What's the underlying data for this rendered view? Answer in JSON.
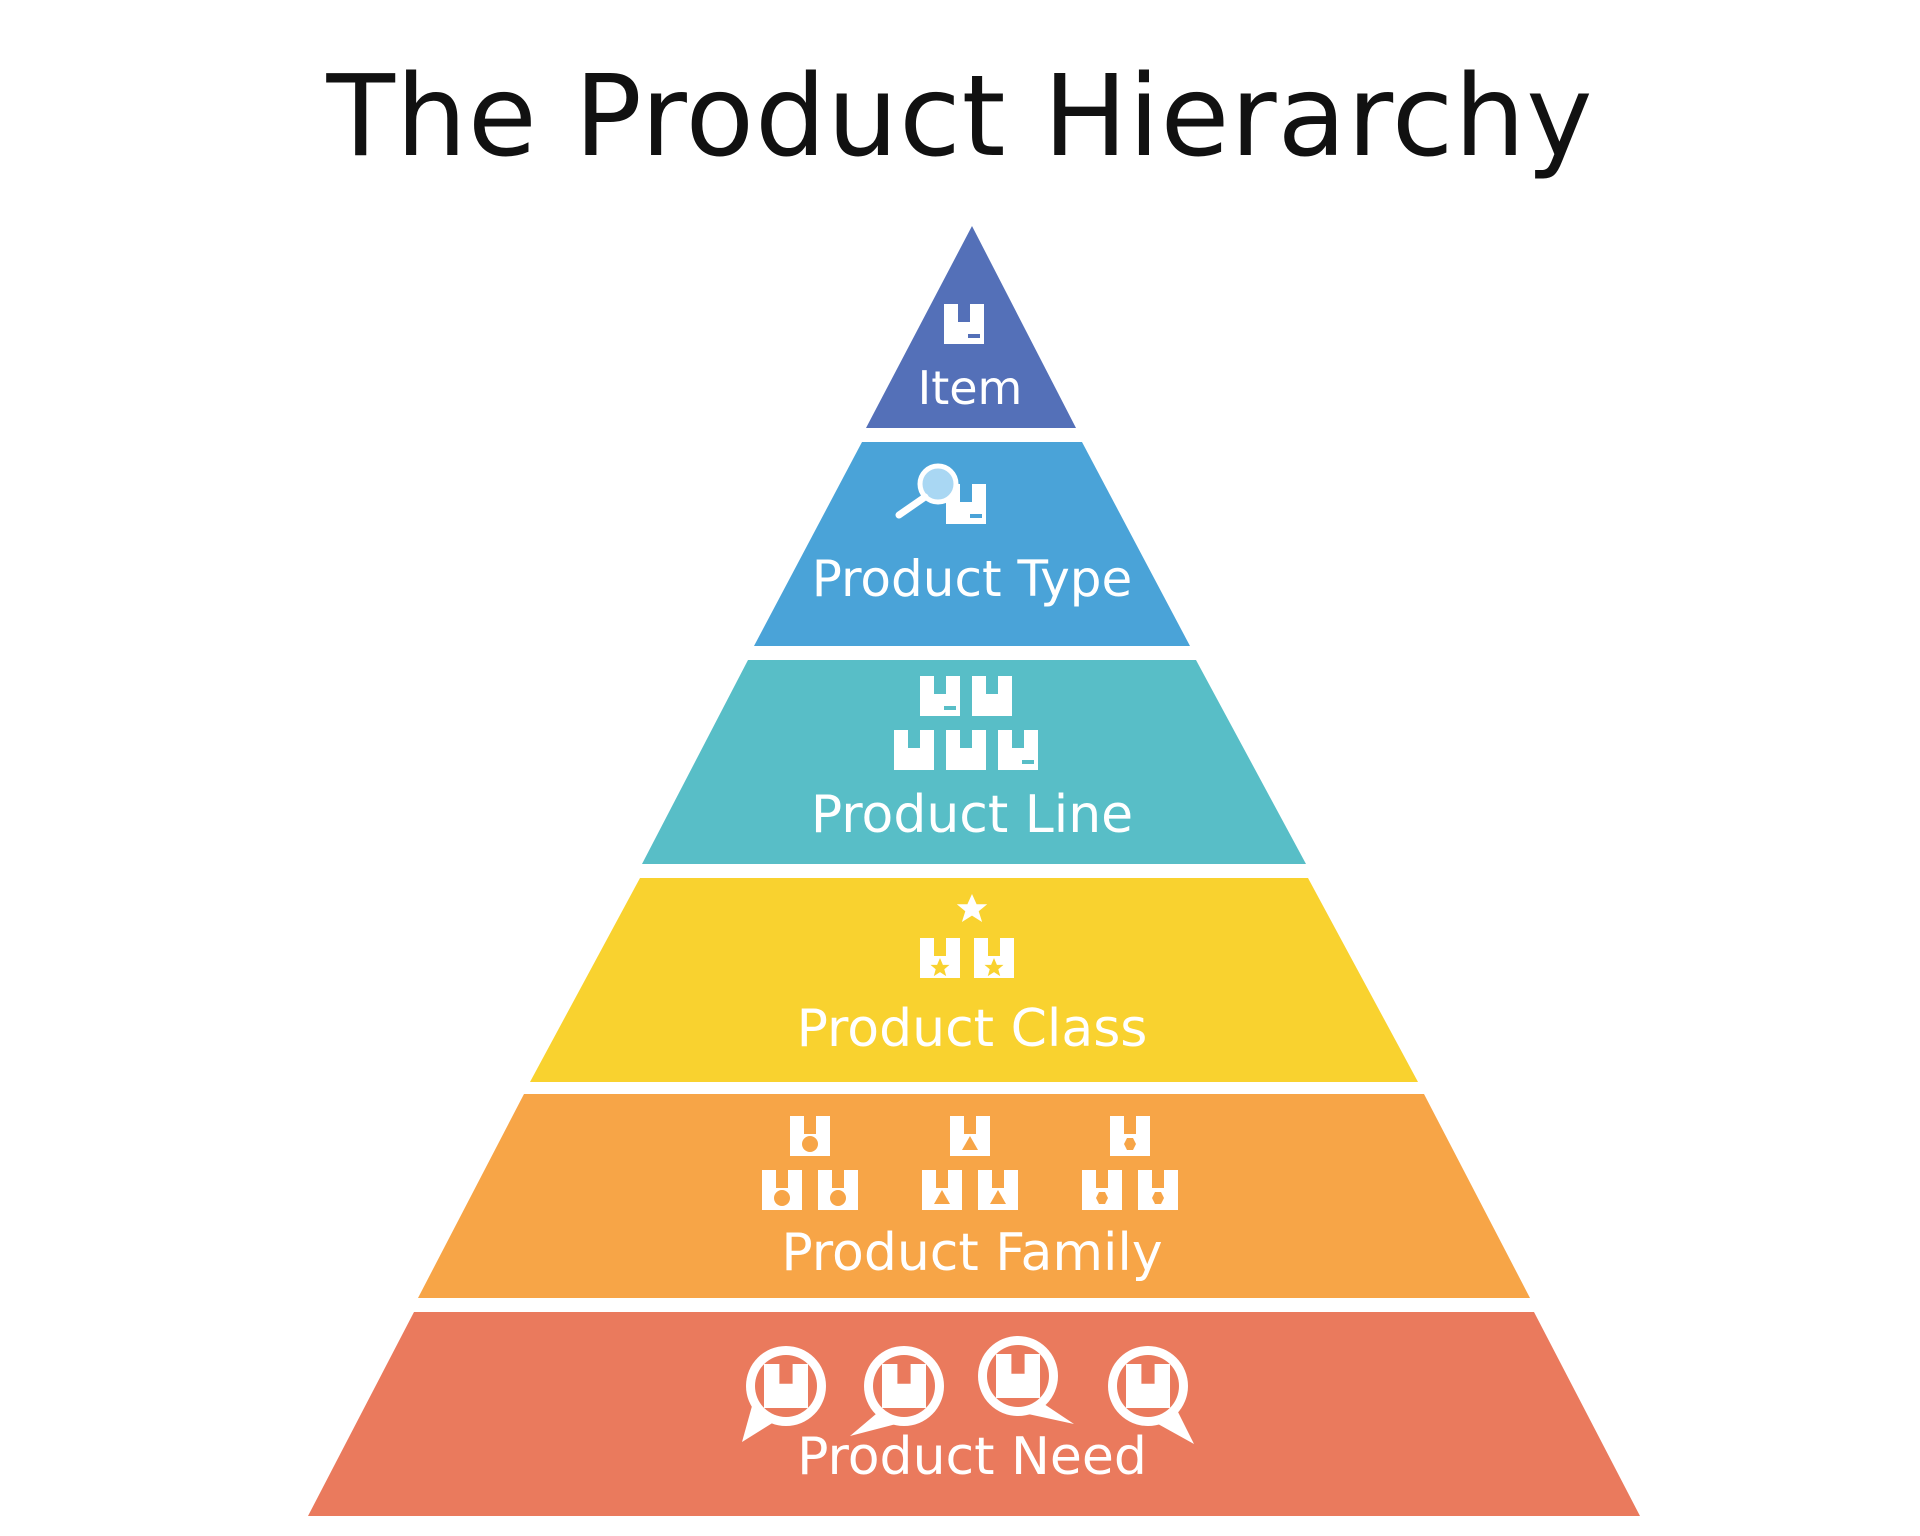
{
  "title": "The Product Hierarchy",
  "levels": [
    {
      "label": "Item",
      "color": "#5470b8",
      "icon": "box-icon"
    },
    {
      "label": "Product Type",
      "color": "#4aa3d8",
      "icon": "magnifier-box-icon"
    },
    {
      "label": "Product Line",
      "color": "#58bec7",
      "icon": "box-stack-icon"
    },
    {
      "label": "Product Class",
      "color": "#f9d22f",
      "icon": "star-boxes-icon"
    },
    {
      "label": "Product Family",
      "color": "#f7a547",
      "icon": "shape-box-groups-icon"
    },
    {
      "label": "Product Need",
      "color": "#ea7a5d",
      "icon": "speech-bubble-box-icon"
    }
  ]
}
